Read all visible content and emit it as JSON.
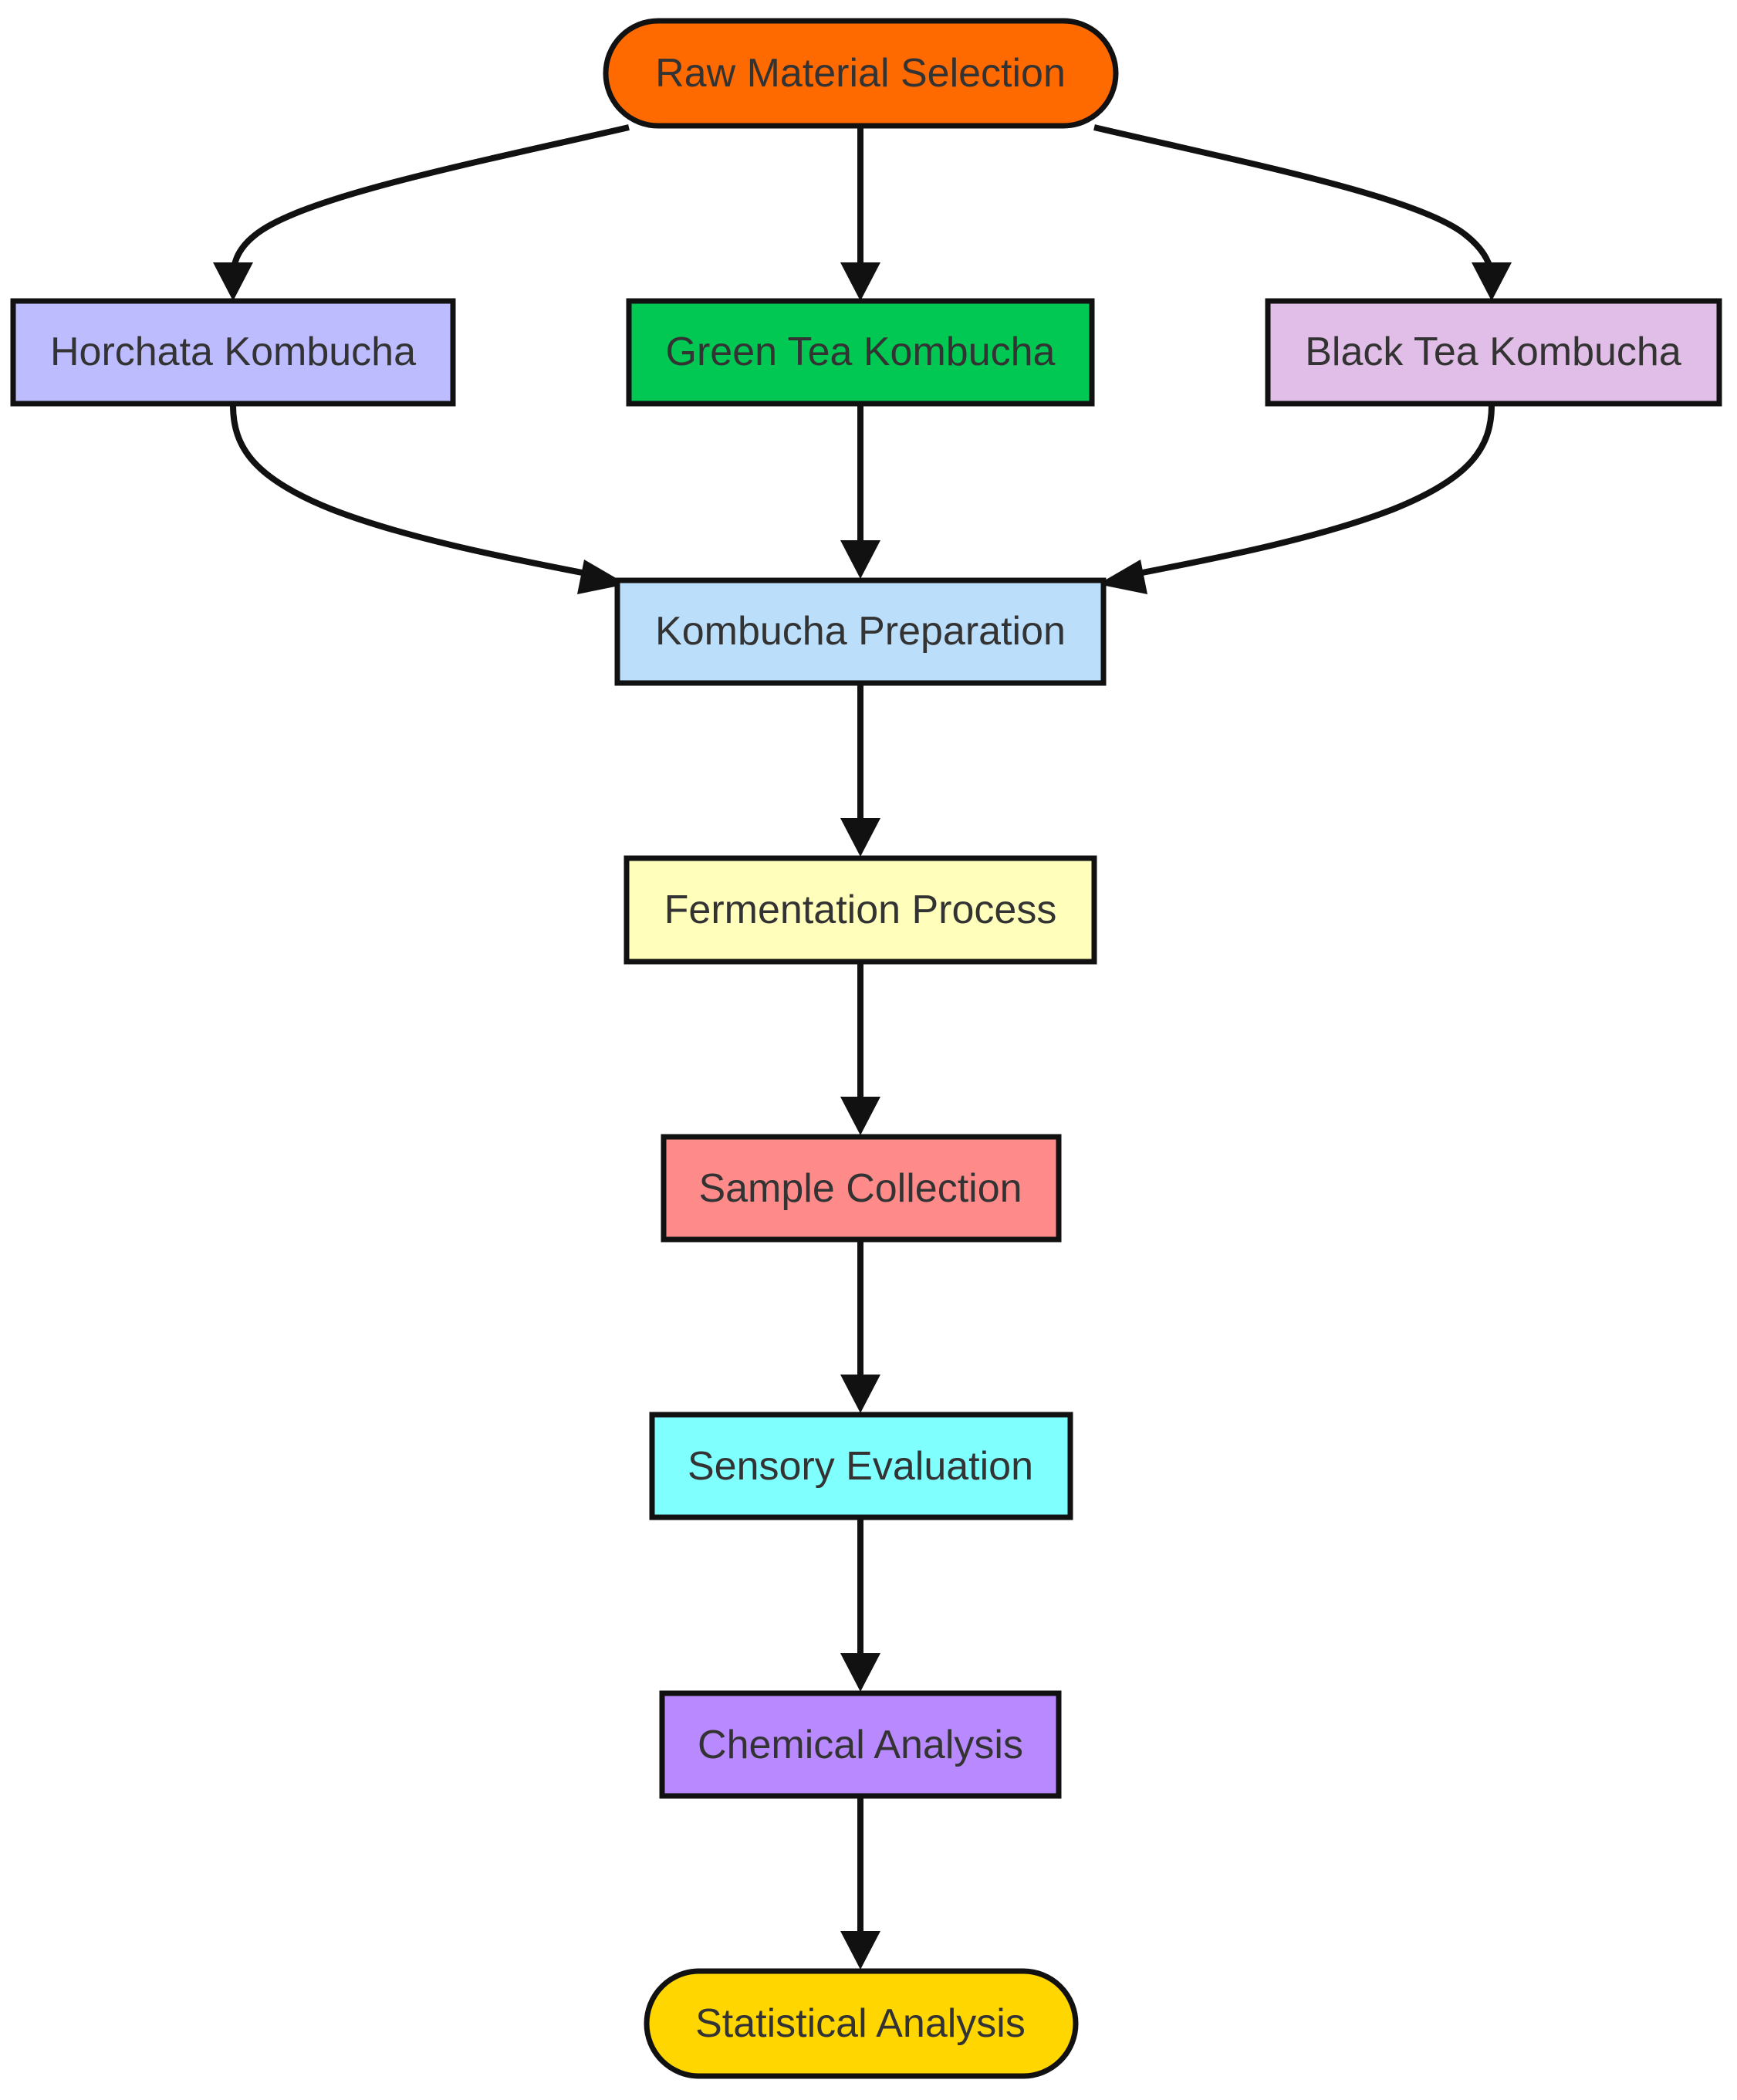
{
  "nodes": {
    "raw": {
      "label": "Raw Material Selection",
      "color": "#ff6a00"
    },
    "horchata": {
      "label": "Horchata Kombucha",
      "color": "#bcbcff"
    },
    "green": {
      "label": "Green Tea Kombucha",
      "color": "#00c853"
    },
    "black": {
      "label": "Black Tea Kombucha",
      "color": "#e1bee7"
    },
    "prep": {
      "label": "Kombucha Preparation",
      "color": "#bbdefb"
    },
    "ferment": {
      "label": "Fermentation Process",
      "color": "#ffffbb"
    },
    "sample": {
      "label": "Sample Collection",
      "color": "#ff8a8a"
    },
    "sensory": {
      "label": "Sensory Evaluation",
      "color": "#80ffff"
    },
    "chemical": {
      "label": "Chemical Analysis",
      "color": "#b98aff"
    },
    "statistical": {
      "label": "Statistical Analysis",
      "color": "#ffd600"
    }
  },
  "edges": [
    {
      "from": "raw",
      "to": "horchata"
    },
    {
      "from": "raw",
      "to": "green"
    },
    {
      "from": "raw",
      "to": "black"
    },
    {
      "from": "horchata",
      "to": "prep"
    },
    {
      "from": "green",
      "to": "prep"
    },
    {
      "from": "black",
      "to": "prep"
    },
    {
      "from": "prep",
      "to": "ferment"
    },
    {
      "from": "ferment",
      "to": "sample"
    },
    {
      "from": "sample",
      "to": "sensory"
    },
    {
      "from": "sensory",
      "to": "chemical"
    },
    {
      "from": "chemical",
      "to": "statistical"
    }
  ]
}
